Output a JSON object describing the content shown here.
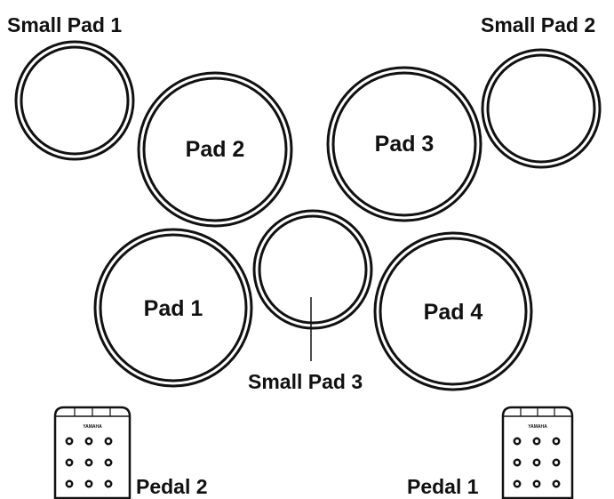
{
  "labels": {
    "small_pad_1": "Small Pad 1",
    "small_pad_2": "Small Pad 2",
    "small_pad_3": "Small Pad 3",
    "pad_1": "Pad 1",
    "pad_2": "Pad 2",
    "pad_3": "Pad 3",
    "pad_4": "Pad 4",
    "pedal_1": "Pedal 1",
    "pedal_2": "Pedal 2"
  },
  "pedal_brand": "YAMAHA",
  "colors": {
    "ink": "#111111",
    "background": "#ffffff"
  }
}
